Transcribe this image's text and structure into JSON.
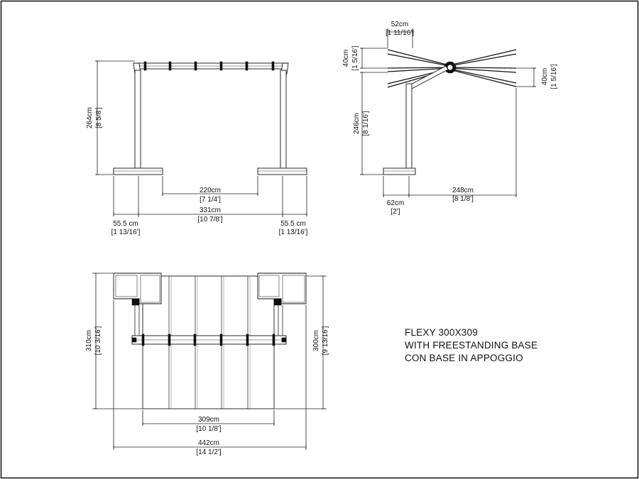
{
  "title_block": {
    "line1": "FLEXY 300X309",
    "line2": "WITH FREESTANDING BASE",
    "line3": "CON BASE IN APPOGGIO"
  },
  "front_view": {
    "height": {
      "cm": "264cm",
      "in": "[8 5/8']"
    },
    "inner": {
      "cm": "220cm",
      "in": "[7 1/4']"
    },
    "total": {
      "cm": "331cm",
      "in": "[10 7/8']"
    },
    "left_base": {
      "cm": "55.5 cm",
      "in": "[1 13/16']"
    },
    "right_base": {
      "cm": "55.5 cm",
      "in": "[1 13/16']"
    }
  },
  "side_view": {
    "top": {
      "cm": "52cm",
      "in": "[1 11/16']"
    },
    "rise_left": {
      "cm": "40cm",
      "in": "[1 5/16']"
    },
    "rise_right": {
      "cm": "40cm",
      "in": "[1 5/16']"
    },
    "post": {
      "cm": "246cm",
      "in": "[8 1/16']"
    },
    "base": {
      "cm": "62cm",
      "in": "[2']"
    },
    "reach": {
      "cm": "248cm",
      "in": "[8 1/8']"
    }
  },
  "plan_view": {
    "depth": {
      "cm": "310cm",
      "in": "[10 3/16']"
    },
    "cover": {
      "cm": "300cm",
      "in": "[9 13/16']"
    },
    "width": {
      "cm": "309cm",
      "in": "[10 1/8']"
    },
    "overall": {
      "cm": "442cm",
      "in": "[14 1/2']"
    }
  }
}
